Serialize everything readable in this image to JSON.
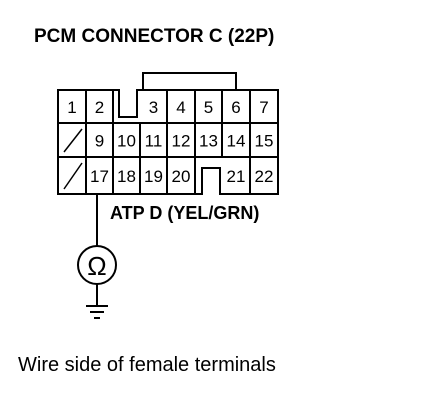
{
  "title": "PCM CONNECTOR C (22P)",
  "wire_label": "ATP D (YEL/GRN)",
  "caption": "Wire side of female terminals",
  "meter_symbol": "Ω",
  "connector": {
    "rows": [
      [
        {
          "pin": "1",
          "col": 0
        },
        {
          "pin": "2",
          "col": 1
        },
        {
          "pin": "3",
          "col": 3
        },
        {
          "pin": "4",
          "col": 4
        },
        {
          "pin": "5",
          "col": 5
        },
        {
          "pin": "6",
          "col": 6
        },
        {
          "pin": "7",
          "col": 7
        }
      ],
      [
        {
          "pin": "",
          "col": 0,
          "unused": true
        },
        {
          "pin": "9",
          "col": 1
        },
        {
          "pin": "10",
          "col": 2
        },
        {
          "pin": "11",
          "col": 3
        },
        {
          "pin": "12",
          "col": 4
        },
        {
          "pin": "13",
          "col": 5
        },
        {
          "pin": "14",
          "col": 6
        },
        {
          "pin": "15",
          "col": 7
        }
      ],
      [
        {
          "pin": "",
          "col": 0,
          "unused": true
        },
        {
          "pin": "17",
          "col": 1
        },
        {
          "pin": "18",
          "col": 2
        },
        {
          "pin": "19",
          "col": 3
        },
        {
          "pin": "20",
          "col": 4
        },
        {
          "pin": "21",
          "col": 6
        },
        {
          "pin": "22",
          "col": 7
        }
      ]
    ],
    "probe_pin": "17"
  }
}
